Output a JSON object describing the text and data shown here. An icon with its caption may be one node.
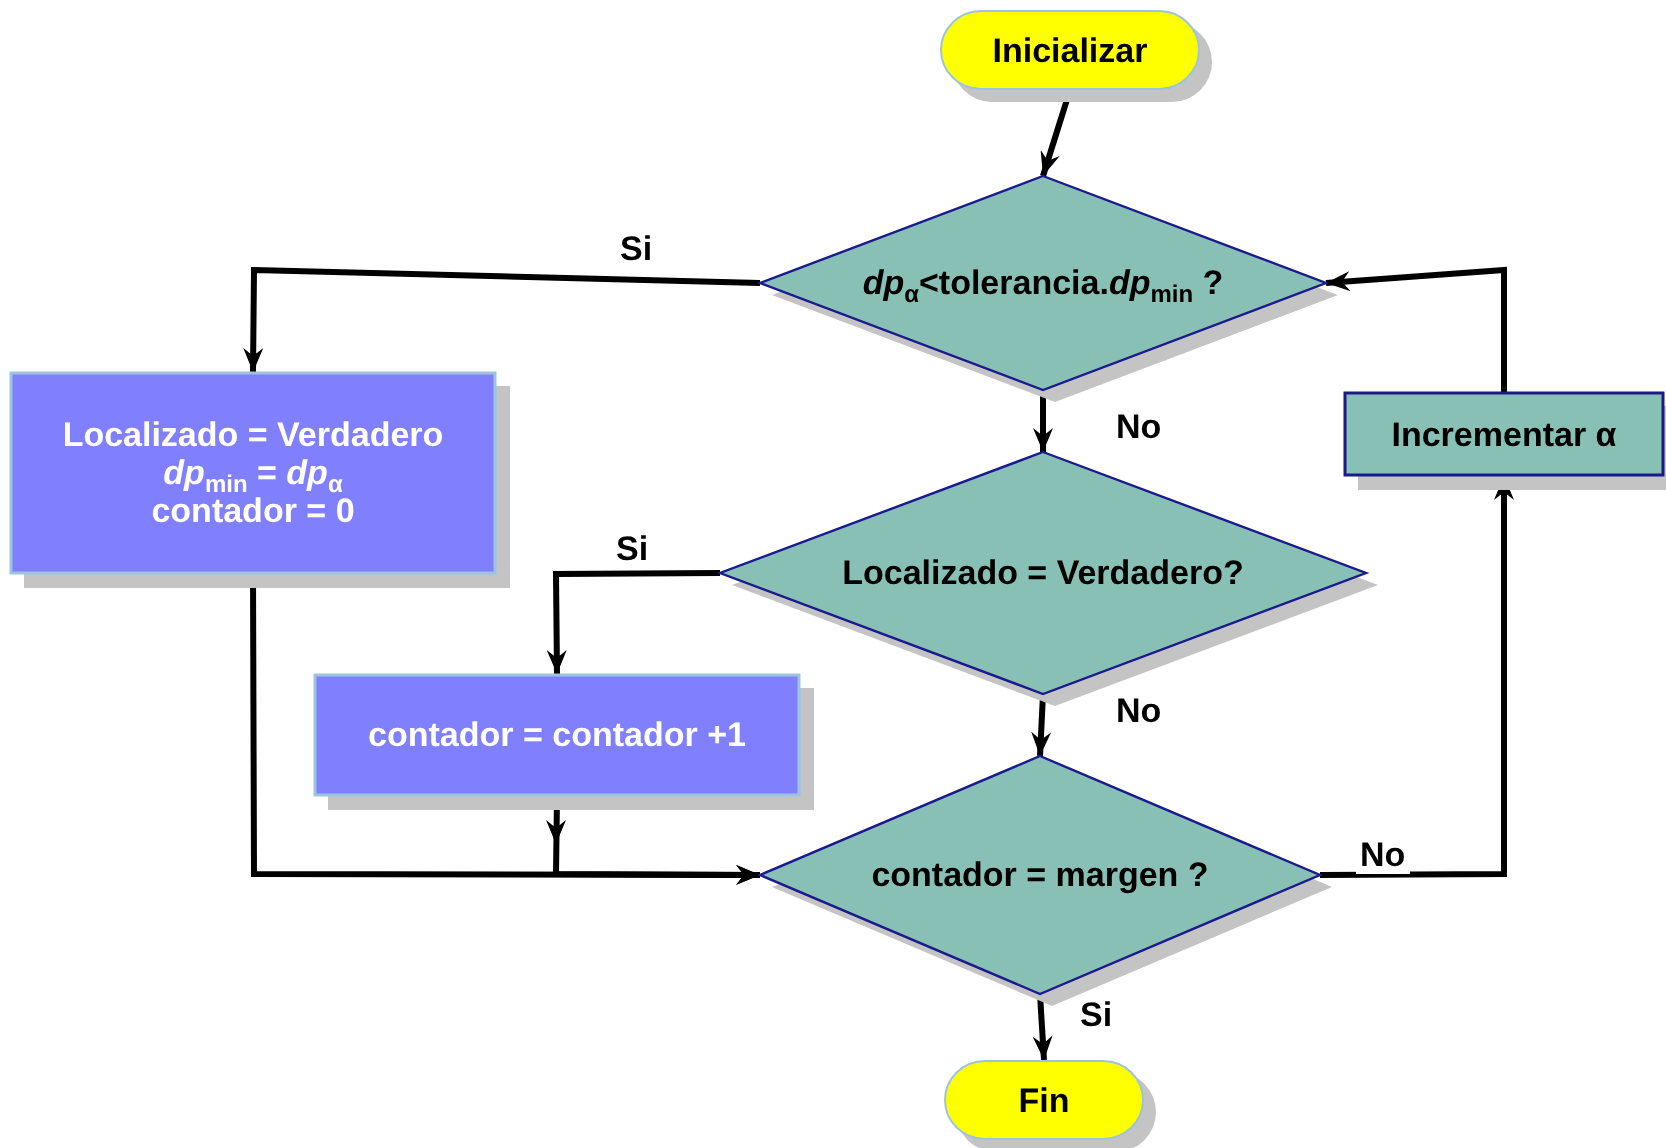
{
  "diagram": {
    "nodes": [
      {
        "text": [
          "Inicializar"
        ]
      },
      {
        "text": [
          "*dp*$_{α}$<tolerancia.*dp*$_{min}$ ?"
        ]
      },
      {
        "text": [
          "Localizado = Verdadero",
          "*dp*$_{min}$ = *dp*$_{α}$",
          "contador = 0"
        ]
      },
      {
        "text": [
          "Localizado = Verdadero?"
        ]
      },
      {
        "text": [
          "contador = contador +1"
        ]
      },
      {
        "text": [
          "contador = margen ?"
        ]
      },
      {
        "text": [
          "Fin"
        ]
      },
      {
        "text": [
          "Incrementar α"
        ]
      }
    ],
    "edges": [
      {
        "from": 0,
        "to": 1,
        "arrow": "to"
      },
      {
        "from": 1,
        "to": 2,
        "arrow": "to",
        "label": "Si"
      },
      {
        "from": 1,
        "to": 3,
        "arrow": "to",
        "label": "No"
      },
      {
        "from": 2,
        "to": 5,
        "arrow": "to"
      },
      {
        "from": 3,
        "to": 4,
        "arrow": "to",
        "label": "Si"
      },
      {
        "from": 4,
        "to": 5,
        "arrow": "to"
      },
      {
        "from": 3,
        "to": 5,
        "arrow": "to",
        "label": "No"
      },
      {
        "from": 5,
        "to": 6,
        "arrow": "to",
        "label": "Si"
      },
      {
        "from": 5,
        "to": 7,
        "arrow": "to",
        "label": "No"
      },
      {
        "from": 7,
        "to": 1,
        "arrow": "to"
      }
    ]
  }
}
